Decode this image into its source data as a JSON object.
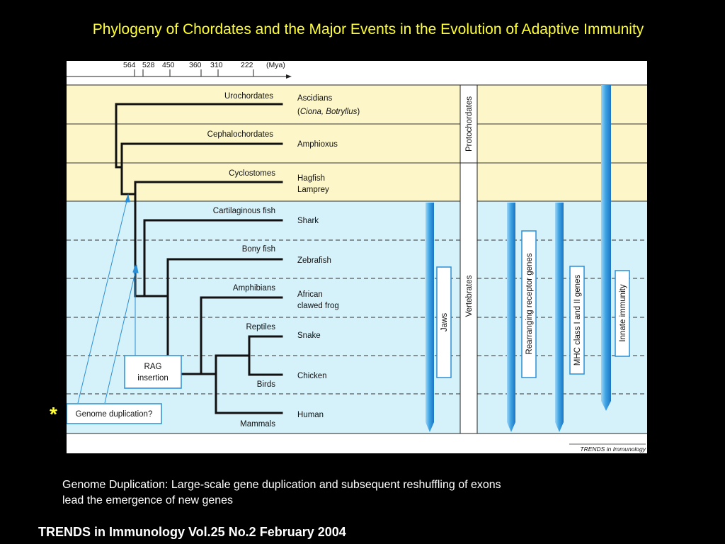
{
  "slide": {
    "title": "Phylogeny of Chordates and the Major Events in the Evolution of Adaptive Immunity",
    "star": "*",
    "caption_line1": "Genome Duplication:  Large-scale gene duplication and subsequent reshuffling of exons",
    "caption_line2": "lead the emergence of new genes",
    "citation": "TRENDS in Immunology Vol.25 No.2 February 2004"
  },
  "figure": {
    "colors": {
      "protochordate_band": "#fdf6c8",
      "vertebrate_band": "#d5f1fa",
      "immune_bar": "#3ea4e4",
      "label_box": "#2a8fd6",
      "branch": "#111111"
    },
    "timeline": {
      "ticks": [
        "564",
        "528",
        "450",
        "360",
        "310",
        "222"
      ],
      "unit": "(Mya)"
    },
    "groups": [
      {
        "group": "Urochordates",
        "organism_line1": "Ascidians",
        "organism_line2_prefix": "(",
        "organism_line2_italic": "Ciona, Botryllus",
        "organism_line2_suffix": ")"
      },
      {
        "group": "Cephalochordates",
        "organism_line1": "Amphioxus",
        "organism_line2": ""
      },
      {
        "group": "Cyclostomes",
        "organism_line1": "Hagfish",
        "organism_line2": "Lamprey"
      },
      {
        "group": "Cartilaginous fish",
        "organism_line1": "Shark",
        "organism_line2": ""
      },
      {
        "group": "Bony fish",
        "organism_line1": "Zebrafish",
        "organism_line2": ""
      },
      {
        "group": "Amphibians",
        "organism_line1": "African",
        "organism_line2": "clawed frog"
      },
      {
        "group": "Reptiles",
        "organism_line1": "Snake",
        "organism_line2": ""
      },
      {
        "group": "Birds",
        "organism_line1": "Chicken",
        "organism_line2": ""
      },
      {
        "group": "Mammals",
        "organism_line1": "Human",
        "organism_line2": ""
      }
    ],
    "divisions": {
      "protochordates": "Protochordates",
      "vertebrates": "Vertebrates"
    },
    "immune_features": [
      "Jaws",
      "Rearranging receptor genes",
      "MHC class I and II genes",
      "Innate immunity"
    ],
    "events": {
      "rag_line1": "RAG",
      "rag_line2": "insertion",
      "genome_duplication": "Genome duplication?"
    },
    "credit": "TRENDS in Immunology"
  }
}
